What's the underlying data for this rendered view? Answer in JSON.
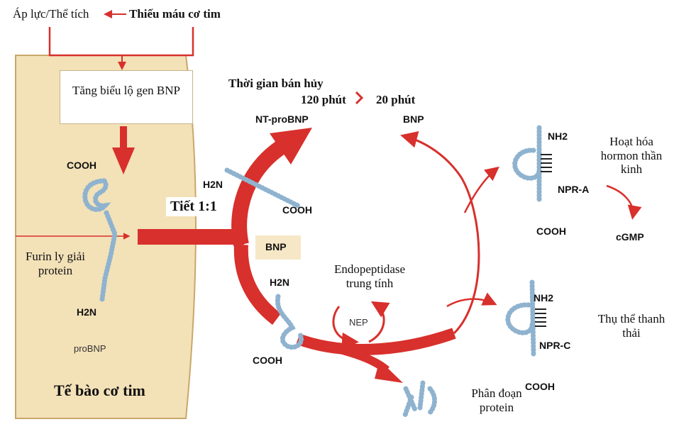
{
  "colors": {
    "cell": "#f3e1b8",
    "cell_edge": "#c9a86a",
    "arrow": "#d8302c",
    "chain": "#8fb3cf",
    "bnp_tag": "#f6e7c6"
  },
  "top": {
    "pressure": "Áp lực/Thể tích",
    "ischemia": "Thiếu máu cơ tim"
  },
  "gene_box": "Tăng biểu lộ gen BNP",
  "cell": {
    "cooh": "COOH",
    "furin": "Furin ly giải protein",
    "h2n": "H2N",
    "probnp": "proBNP",
    "title": "Tế bào cơ tim"
  },
  "secrete": "Tiết 1:1",
  "halflife": {
    "title": "Thời gian bán hủy",
    "nt": "120 phút",
    "bnp": "20 phút"
  },
  "nt_probnp": {
    "name": "NT-proBNP",
    "h2n": "H2N",
    "cooh": "COOH"
  },
  "bnp_tag": "BNP",
  "bnp_top": "BNP",
  "bnp_mol": {
    "h2n": "H2N",
    "cooh": "COOH"
  },
  "nep": {
    "enzyme": "Endopeptidase trung tính",
    "label": "NEP"
  },
  "fragments": "Phân đoạn protein",
  "npra": {
    "nh2": "NH2",
    "name": "NPR-A",
    "cooh": "COOH",
    "action": "Hoạt hóa hormon thần kinh",
    "cgmp": "cGMP"
  },
  "nprc": {
    "nh2": "NH2",
    "name": "NPR-C",
    "cooh": "COOH",
    "action": "Thụ thể thanh thải"
  }
}
